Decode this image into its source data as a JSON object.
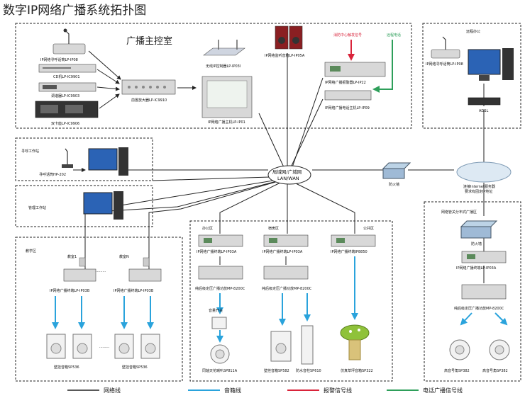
{
  "title": "数字IP网络广播系统拓扑图",
  "control_room": {
    "title": "广播主控室",
    "mic": "IP网络寻呼话筒LP-IP08",
    "cd": "CD机LP-IC9901",
    "tuner": "调谐器LP-IC9903",
    "deck": "双卡座LP-IC9906",
    "premix": "前置放大器LP-IC9910",
    "wireless": "无线IP控制器LP-IP03I",
    "monitor": "IP网络监听音箱LP-IP05A",
    "host": "IP网络广播主机LP-IP01",
    "alarm_term": "IP网络广播报警器LP-IP22",
    "phone_term": "IP网络广播电话主机LP-IP09",
    "alarm_signal": "消防中心触发信号",
    "phone_signal": "远程电话"
  },
  "office_remote": {
    "title": "远程办公",
    "mic": "IP网络寻呼话筒LP-IP08",
    "adsl": "ADSL"
  },
  "paging_station": {
    "title": "寻呼工作站",
    "mic": "寻呼话筒HP-202"
  },
  "admin_station": {
    "title": "管理工作站"
  },
  "lan": {
    "line1": "局域网/广域网",
    "line2": "LAN/WAN"
  },
  "firewall": "防火墙",
  "cloud": {
    "line1": "连接Internet服务器",
    "line2": "要求有固定IP地址"
  },
  "teaching": {
    "title": "教学区",
    "room1": "教室1",
    "roomN": "教室N",
    "dots": "·········",
    "term1": "IP网络广播终端LP-IP03B",
    "term2": "IP网络广播终端LP-IP03B",
    "spk1": "壁挂音箱SP536",
    "spk2": "壁挂音箱SP536"
  },
  "areas": {
    "office": "办公区",
    "dorm": "宿舍区",
    "park": "公共区",
    "term_office": "IP网络广播终端LP-IP03A",
    "term_dorm": "IP网络广播终端LP-IP03A",
    "term_park": "IP网络广播终端IP8850",
    "amp_office": "纯后级定压广播功放MP-8200C",
    "amp_dorm": "纯后级定压广播功放MP-8200C",
    "volume": "音量开关",
    "ceiling": "同轴天花喇叭SP811A",
    "wall": "壁挂音箱SP582",
    "column": "防水音柱SP610",
    "lawn": "仿真草坪音箱SP322"
  },
  "remote_campus": {
    "title": "网络管关分布式广播区",
    "firewall": "防火墙",
    "term": "IP网络广播终端LP-IP03A",
    "amp": "纯后级定压广播功放MP-8200C",
    "horn1": "高音号角SP382",
    "horn2": "高音号角SP382"
  },
  "legend": {
    "network": "网络线",
    "speaker": "音箱线",
    "alarm": "报警信号线",
    "telephone": "电话广播信号线"
  },
  "colors": {
    "speaker": "#2aa3dc",
    "alarm": "#d9233a",
    "telephone": "#2e9f5a"
  }
}
